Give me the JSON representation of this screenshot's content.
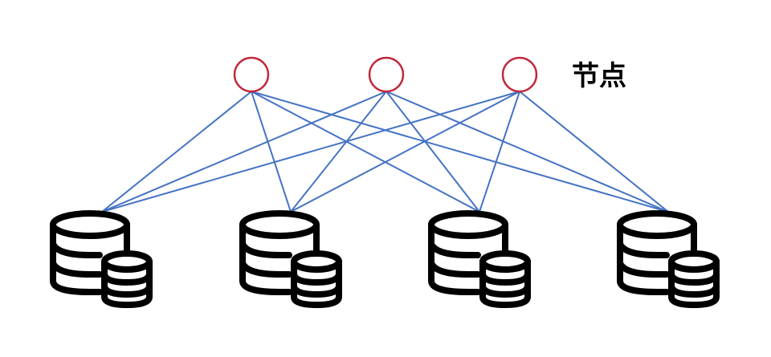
{
  "label": "节点",
  "colors": {
    "edge": "#4472C4",
    "node_stroke": "#C0283B",
    "db_stroke": "#000000",
    "label": "#000000",
    "background": "#FFFFFF"
  },
  "nodes": [
    {
      "id": "node-1"
    },
    {
      "id": "node-2"
    },
    {
      "id": "node-3"
    }
  ],
  "databases": [
    {
      "id": "db-1"
    },
    {
      "id": "db-2"
    },
    {
      "id": "db-3"
    },
    {
      "id": "db-4"
    }
  ],
  "edges": [
    {
      "from": 0,
      "to": 0
    },
    {
      "from": 0,
      "to": 1
    },
    {
      "from": 0,
      "to": 2
    },
    {
      "from": 0,
      "to": 3
    },
    {
      "from": 1,
      "to": 0
    },
    {
      "from": 1,
      "to": 1
    },
    {
      "from": 1,
      "to": 2
    },
    {
      "from": 1,
      "to": 3
    },
    {
      "from": 2,
      "to": 0
    },
    {
      "from": 2,
      "to": 1
    },
    {
      "from": 2,
      "to": 2
    },
    {
      "from": 2,
      "to": 3
    }
  ],
  "icons": {
    "node": "circle-node-icon",
    "database": "database-stack-icon"
  }
}
